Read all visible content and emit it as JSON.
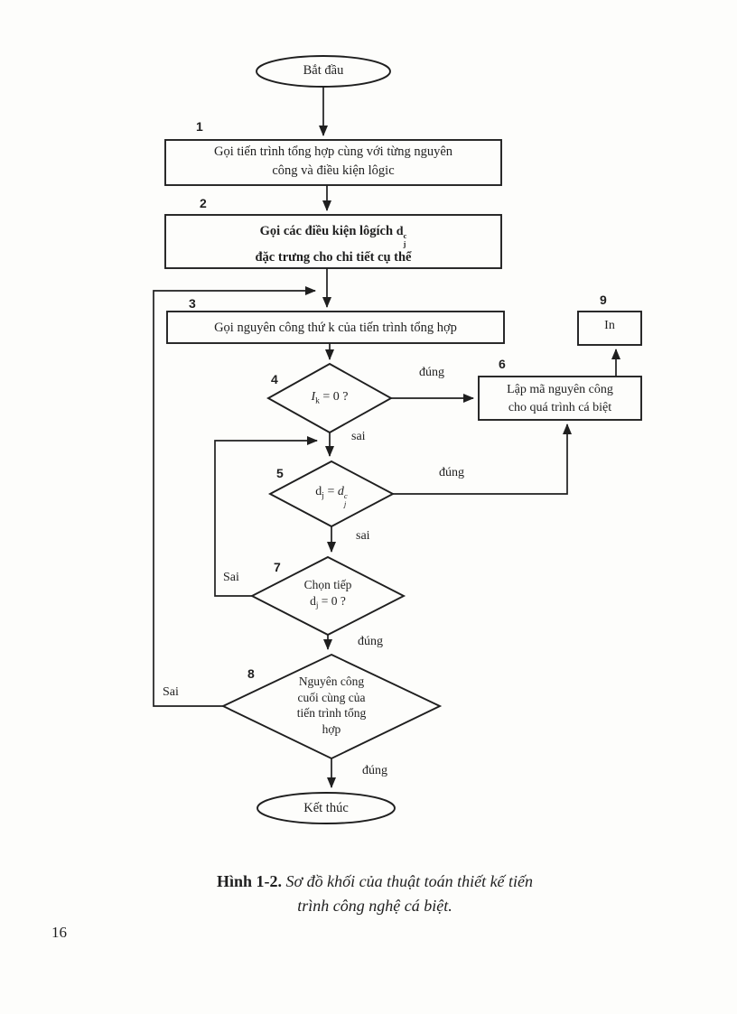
{
  "page_number": "16",
  "caption": {
    "label": "Hình 1-2.",
    "line1": "Sơ đồ khối của thuật toán thiết kế tiến",
    "line2": "trình công nghệ cá biệt."
  },
  "flowchart": {
    "start_label": "Bắt đầu",
    "end_label": "Kết thúc",
    "nodes": {
      "n1": {
        "num": "1",
        "line1": "Gọi tiến trình tổng hợp cùng với từng nguyên",
        "line2": "công và điều kiện lôgic"
      },
      "n2": {
        "num": "2",
        "line1_prefix": "Gọi các điều kiện lôgích ",
        "expr": {
          "base": "d",
          "sub": "j",
          "sup": "c"
        },
        "line2": "đặc trưng cho chi tiết cụ thể"
      },
      "n3": {
        "num": "3",
        "text": "Gọi nguyên công thứ k của tiến trình tổng hợp"
      },
      "n4": {
        "num": "4",
        "expr": {
          "base": "I",
          "sub": "k",
          "rest": " = 0 ?"
        }
      },
      "n5": {
        "num": "5",
        "left": {
          "base": "d",
          "sub": "j"
        },
        "eq": " = ",
        "right": {
          "base": "d",
          "sub": "j",
          "sup": "c"
        }
      },
      "n6": {
        "num": "6",
        "line1": "Lập mã nguyên công",
        "line2": "cho quá trình cá biệt"
      },
      "n7": {
        "num": "7",
        "line1": "Chọn tiếp",
        "expr": {
          "base": "d",
          "sub": "j",
          "rest": " = 0 ?"
        }
      },
      "n8": {
        "num": "8",
        "line1": "Nguyên công",
        "line2": "cuối cùng của",
        "line3": "tiến trình tổng",
        "line4": "hợp"
      },
      "n9": {
        "num": "9",
        "text": "In"
      }
    },
    "labels": {
      "d4_true": "đúng",
      "d4_false": "sai",
      "d5_true": "đúng",
      "d5_false": "sai",
      "d7_false": "Sai",
      "d7_true": "đúng",
      "d8_false": "Sai",
      "d8_true": "đúng"
    }
  },
  "colors": {
    "ink": "#1f1f1f",
    "paper": "#fdfdfb"
  }
}
